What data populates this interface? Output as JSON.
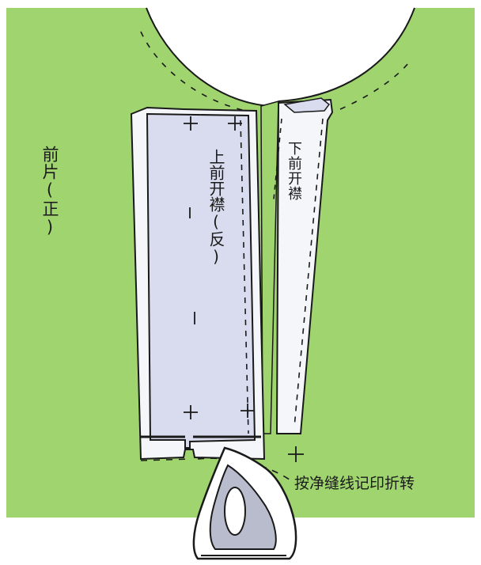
{
  "labels": {
    "front_piece": "前片(正)",
    "upper_placket": "上前开襟(反)",
    "lower_placket": "下前开襟",
    "instruction": "按净缝线记印折转"
  },
  "colors": {
    "background": "#ffffff",
    "fabric_green": "#9fd46f",
    "placket_reverse": "#d8dcee",
    "placket_white": "#f4f6fa",
    "outline": "#1a1a1a",
    "iron_body": "#ffffff",
    "iron_handle": "#b8bccc"
  },
  "icons": {
    "iron": "iron-icon"
  }
}
